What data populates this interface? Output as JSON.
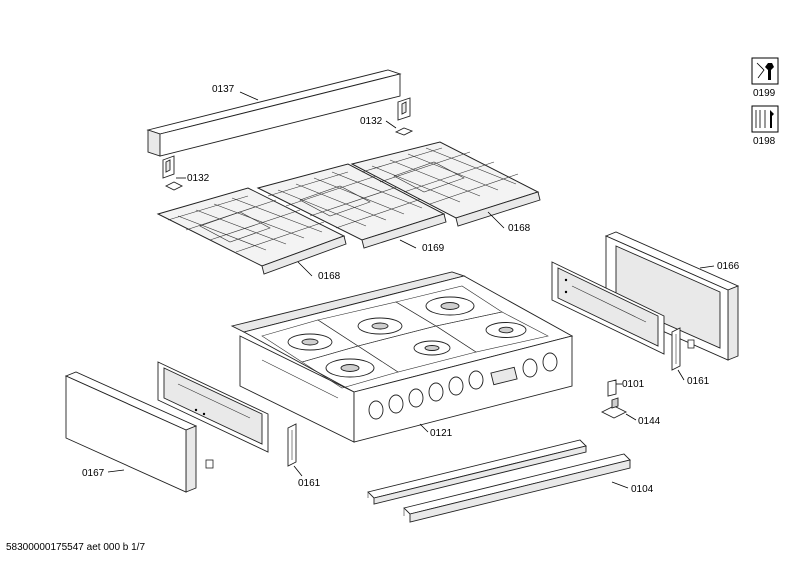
{
  "parts": {
    "p0137": "0137",
    "p0132_top": "0132",
    "p0132_left": "0132",
    "p0168_right": "0168",
    "p0169": "0169",
    "p0168_left": "0168",
    "p0166": "0166",
    "p0101": "0101",
    "p0161_right": "0161",
    "p0144": "0144",
    "p0121": "0121",
    "p0167": "0167",
    "p0161_left": "0161",
    "p0104": "0104"
  },
  "tools": {
    "t0199": "0199",
    "t0198": "0198"
  },
  "footer": "58300000175547 aet 000 b 1/7"
}
